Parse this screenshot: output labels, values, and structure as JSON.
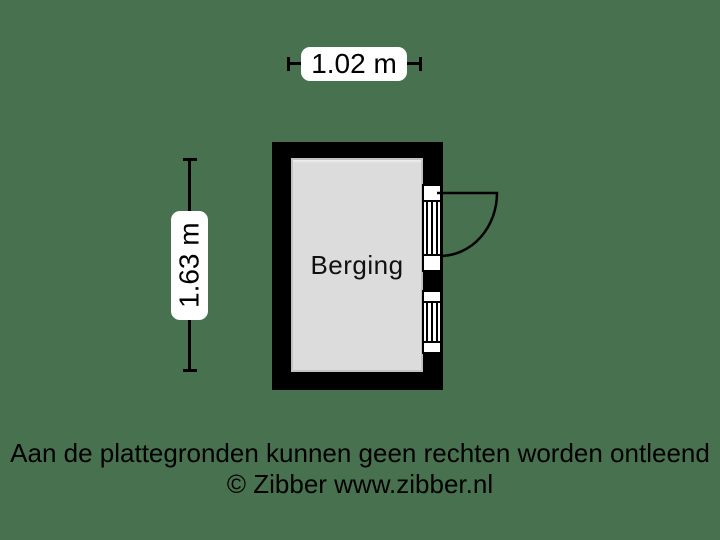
{
  "floorplan": {
    "room": {
      "name": "Berging"
    },
    "dimensions": {
      "width": "1.02 m",
      "height": "1.63 m"
    },
    "features": {
      "door": "single door on right wall, opens outward to the right",
      "window": "window on lower right wall"
    },
    "colors": {
      "background": "#48714F",
      "wall": "#000000",
      "floor": "#DCDCDC",
      "label_background": "#FFFFFF",
      "text": "#000000"
    }
  },
  "footer": {
    "disclaimer": "Aan de plattegronden kunnen geen rechten worden ontleend",
    "copyright": "© Zibber www.zibber.nl"
  }
}
